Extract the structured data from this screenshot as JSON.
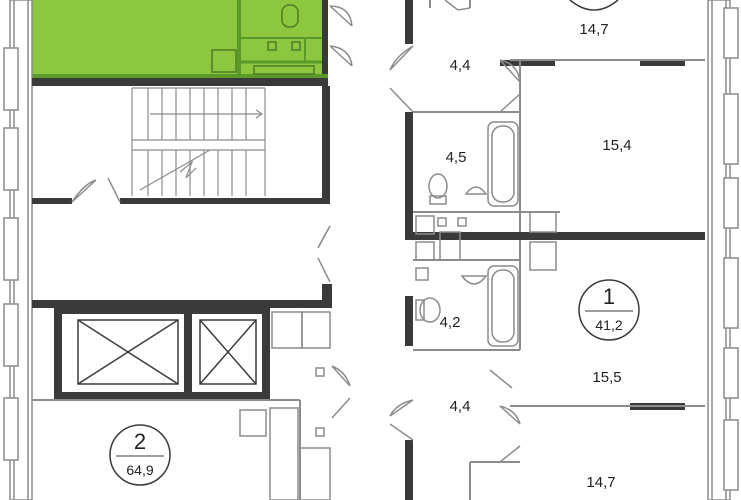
{
  "colors": {
    "wall": "#3a3a3a",
    "thin_wall": "#8c8c8c",
    "highlight_fill": "#8dc63f",
    "highlight_stroke": "#5a9a2a",
    "fixture": "#9a9a9a"
  },
  "apartments": [
    {
      "number": "1",
      "area": "41,2"
    },
    {
      "number": "2",
      "area": "64,9"
    }
  ],
  "rooms": {
    "r_top_right": "14,7",
    "r_hall_top": "4,4",
    "r_bath_top": "4,5",
    "r_room_154": "15,4",
    "r_bath_mid": "4,2",
    "r_hall_mid": "4,4",
    "r_room_155": "15,5",
    "r_room_bottom": "14,7"
  }
}
